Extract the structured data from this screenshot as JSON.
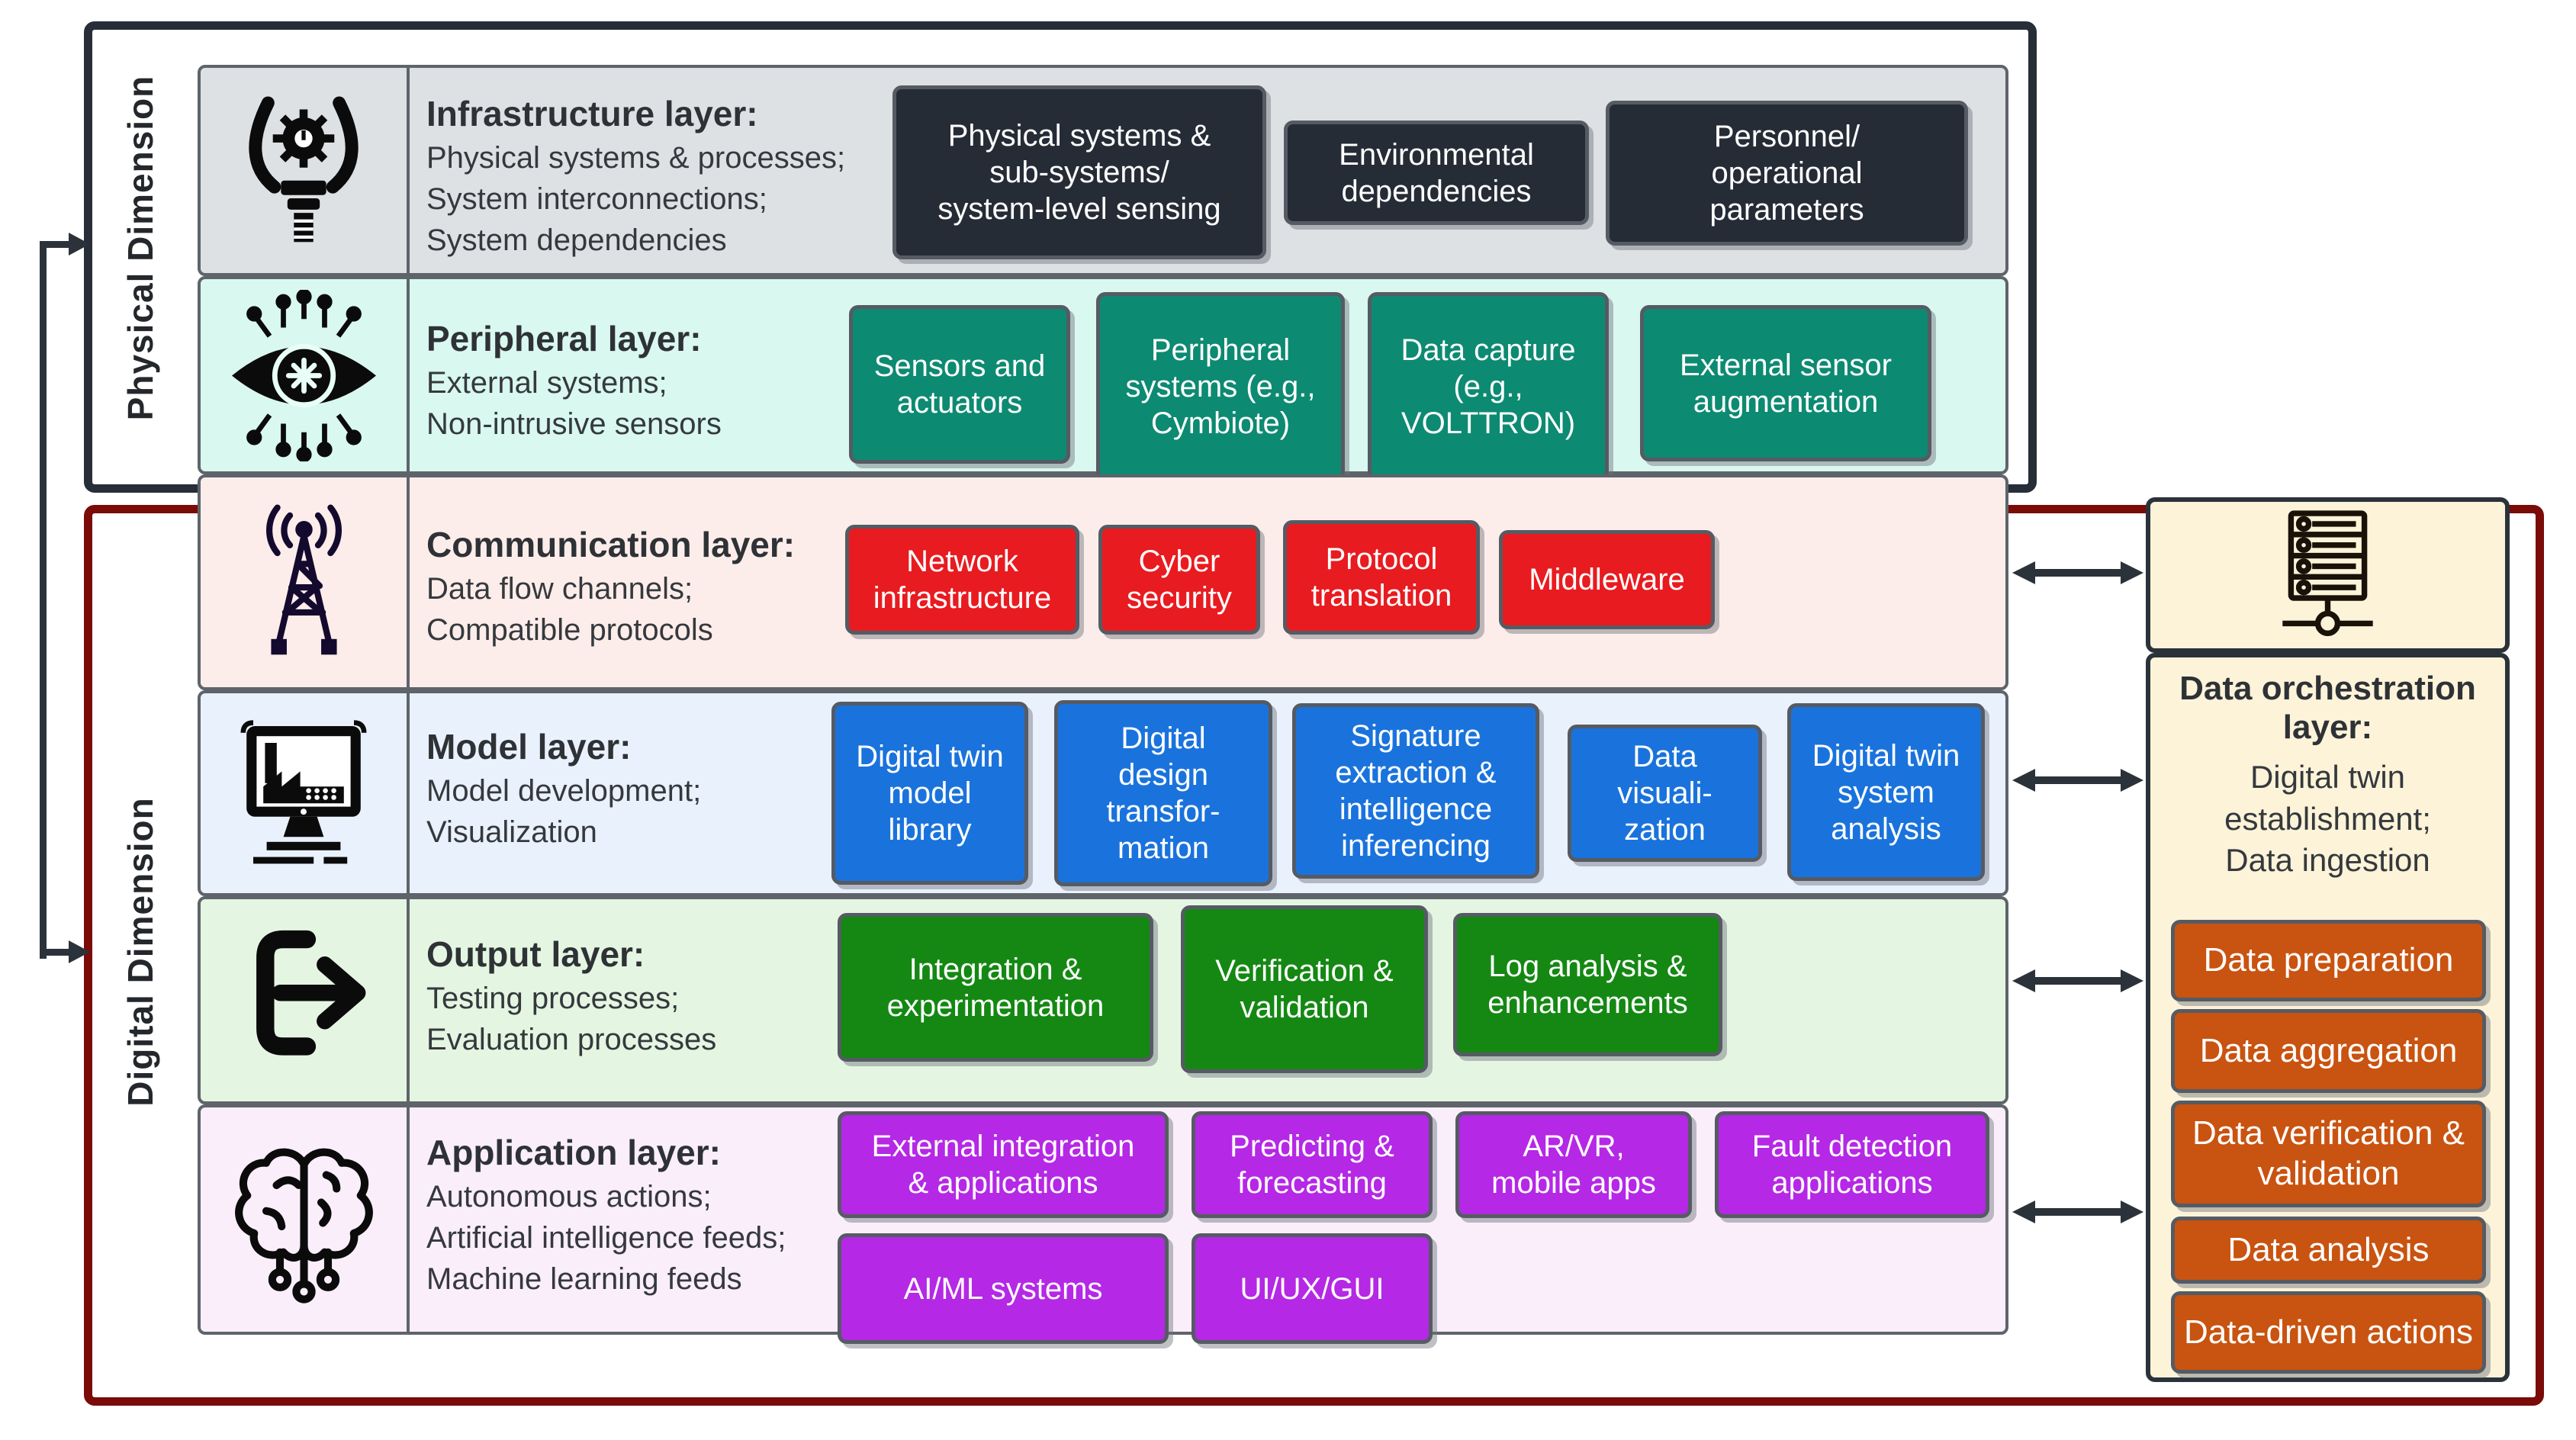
{
  "dimension_labels": {
    "physical": "Physical Dimension",
    "digital": "Digital Dimension"
  },
  "layers": [
    {
      "name": "infrastructure",
      "icon": "robot-gripper-icon",
      "title": "Infrastructure layer:",
      "description": "Physical systems & processes;\nSystem interconnections;\nSystem dependencies",
      "chips": [
        "Physical systems &\nsub-systems/\nsystem-level sensing",
        "Environmental\ndependencies",
        "Personnel/\noperational\nparameters"
      ],
      "band_color": "#dee1e4",
      "chip_color": "#262c36"
    },
    {
      "name": "peripheral",
      "icon": "cyber-eye-icon",
      "title": "Peripheral layer:",
      "description": "External systems;\nNon-intrusive sensors",
      "chips": [
        "Sensors and\nactuators",
        "Peripheral\nsystems (e.g.,\nCymbiote)",
        "Data capture\n(e.g.,\nVOLTTRON)",
        "External sensor\naugmentation"
      ],
      "band_color": "#d9f8ef",
      "chip_color": "#0d8a72"
    },
    {
      "name": "communication",
      "icon": "radio-tower-icon",
      "title": "Communication layer:",
      "description": "Data flow channels;\nCompatible protocols",
      "chips": [
        "Network\ninfrastructure",
        "Cyber\nsecurity",
        "Protocol\ntranslation",
        "Middleware"
      ],
      "band_color": "#fdedea",
      "chip_color": "#e81b20"
    },
    {
      "name": "model",
      "icon": "monitor-factory-icon",
      "title": "Model layer:",
      "description": "Model development;\nVisualization",
      "chips": [
        "Digital twin\nmodel\nlibrary",
        "Digital\ndesign\ntransfor-\nmation",
        "Signature\nextraction &\nintelligence\ninferencing",
        "Data\nvisuali-\nzation",
        "Digital twin\nsystem\nanalysis"
      ],
      "band_color": "#e9f1fd",
      "chip_color": "#1a73dc"
    },
    {
      "name": "output",
      "icon": "output-bracket-arrow-icon",
      "title": "Output layer:",
      "description": "Testing processes;\nEvaluation processes",
      "chips": [
        "Integration &\nexperimentation",
        "Verification &\nvalidation",
        "Log analysis &\nenhancements"
      ],
      "band_color": "#e4f6e2",
      "chip_color": "#148813"
    },
    {
      "name": "application",
      "icon": "brain-icon",
      "title": "Application layer:",
      "description": "Autonomous actions;\nArtificial intelligence feeds;\nMachine learning feeds",
      "chips": [
        "External integration\n& applications",
        "Predicting &\nforecasting",
        "AR/VR,\nmobile apps",
        "Fault detection\napplications",
        "AI/ML systems",
        "UI/UX/GUI"
      ],
      "band_color": "#faeefb",
      "chip_color": "#b528e6"
    }
  ],
  "orchestration": {
    "icon": "server-rack-icon",
    "title": "Data orchestration layer:",
    "description": "Digital twin\nestablishment;\nData ingestion",
    "chips": [
      "Data preparation",
      "Data aggregation",
      "Data verification &\nvalidation",
      "Data analysis",
      "Data-driven actions"
    ],
    "panel_color": "#fcf3d9",
    "chip_color": "#c95310"
  },
  "colors": {
    "physical_frame": "#272e38",
    "digital_frame": "#7a0b07",
    "connector_arrows": "#2b323a",
    "chip_border": "#565b63"
  }
}
